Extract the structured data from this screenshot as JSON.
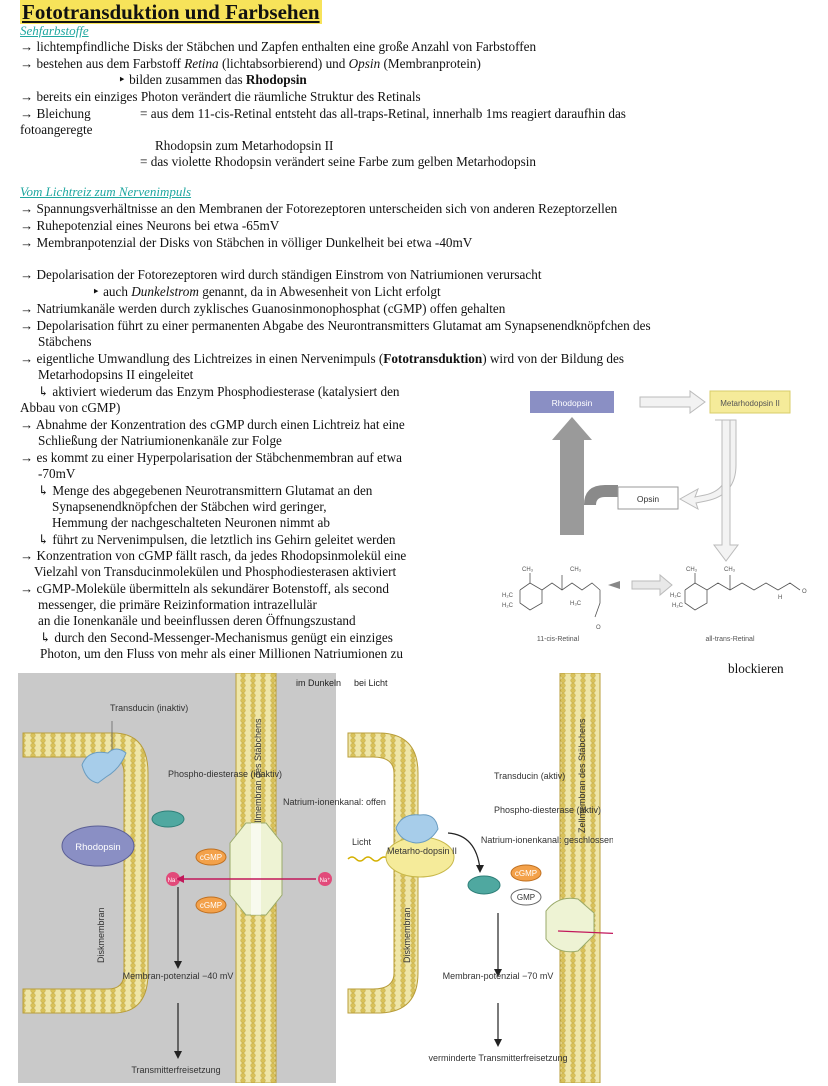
{
  "title": "Fototransduktion und Farbsehen",
  "sec1": {
    "heading": "Sehfarbstoffe",
    "l1": "→ lichtempfindliche Disks der Stäbchen und Zapfen enthalten eine große Anzahl von Farbstoffen",
    "l2a": "→ bestehen aus dem Farbstoff ",
    "l2b": "Retina",
    "l2c": " (lichtabsorbierend) und ",
    "l2d": "Opsin",
    "l2e": " (Membranprotein)",
    "l3a": "‣ bilden zusammen das ",
    "l3b": "Rhodopsin",
    "l4": "→ bereits ein einziges Photon verändert die räumliche Struktur des Retinals",
    "l5a": "→ Bleichung",
    "l5b": "= aus dem 11-cis-Retinal entsteht das all-traps-Retinal, innerhalb 1ms reagiert daraufhin das",
    "l5c": "fotoangeregte",
    "l6": "Rhodopsin zum Metarhodopsin II",
    "l7": "= das violette Rhodopsin verändert seine Farbe zum gelben Metarhodopsin"
  },
  "sec2": {
    "heading": "Vom Lichtreiz zum Nervenimpuls",
    "l1": "→ Spannungsverhältnisse an den Membranen der Fotorezeptoren unterscheiden sich von anderen Rezeptorzellen",
    "l2": "→ Ruhepotenzial eines Neurons bei etwa -65mV",
    "l3": "→ Membranpotenzial der Disks von Stäbchen in völliger Dunkelheit bei etwa -40mV",
    "l4": "→ Depolarisation der Fotorezeptoren wird durch ständigen Einstrom von Natriumionen verursacht",
    "l5a": "‣ auch ",
    "l5b": "Dunkelstrom",
    "l5c": " genannt, da in Abwesenheit von Licht erfolgt",
    "l6": "→ Natriumkanäle werden durch zyklisches Guanosinmonophosphat (cGMP) offen gehalten",
    "l7": "→ Depolarisation führt zu einer permanenten Abgabe des Neurontransmitters Glutamat am Synapsenendknöpfchen des",
    "l8": "Stäbchens",
    "l9a": "→ eigentliche Umwandlung des Lichtreizes in einen Nervenimpuls (",
    "l9b": "Fototransduktion",
    "l9c": ") wird von der Bildung des",
    "l10": "Metarhodopsins II eingeleitet",
    "l11": "↳ aktiviert wiederum das Enzym Phosphodiesterase (katalysiert den",
    "l12": "Abbau von cGMP)",
    "l13": "→ Abnahme der Konzentration des cGMP durch einen Lichtreiz hat eine",
    "l14": "Schließung der Natriumionenkanäle zur Folge",
    "l15": "→ es kommt zu einer Hyperpolarisation der Stäbchenmembran auf etwa",
    "l16": "-70mV",
    "l17": "↳ Menge des abgegebenen Neurotransmittern Glutamat an den",
    "l18": "Synapsenendknöpfchen der Stäbchen wird geringer,",
    "l19": "Hemmung der nachgeschalteten Neuronen nimmt ab",
    "l20": "↳ führt zu Nervenimpulsen, die letztlich ins Gehirn geleitet werden",
    "l21": "→ Konzentration von cGMP fällt rasch, da jedes Rhodopsinmolekül eine",
    "l22": "Vielzahl von Transducinmolekülen und Phosphodiesterasen aktiviert",
    "l23": "→ cGMP-Moleküle übermitteln als sekundärer Botenstoff, als second",
    "l24": "messenger, die primäre Reizinformation intrazellulär",
    "l25": "an die Ionenkanäle und beeinflussen deren Öffnungszustand",
    "l26": "↳ durch den Second-Messenger-Mechanismus genügt ein einziges",
    "l27": "Photon, um den Fluss von mehr als einer Millionen Natriumionen zu",
    "l28": "blockieren"
  },
  "cycle": {
    "rhodopsin": "Rhodopsin",
    "metarhodopsin": "Metarhodopsin II",
    "opsin": "Opsin",
    "cis": "11-cis-Retinal",
    "trans": "all-trans-Retinal"
  },
  "fig": {
    "im_dunkeln": "im Dunkeln",
    "bei_licht": "bei Licht",
    "transducin_inaktiv": "Transducin (inaktiv)",
    "phospho_inaktiv": "Phospho-diesterase (inaktiv)",
    "rhodopsin": "Rhodopsin",
    "natrium_offen": "Natrium-ionenkanal: offen",
    "cgmp": "cGMP",
    "na": "Na⁺",
    "diskmembran": "Diskmembran",
    "zellmembran": "Zellmembran des Stäbchens",
    "membranpot_40": "Membran-potenzial −40 mV",
    "transmitter": "Transmitterfreisetzung",
    "licht": "Licht",
    "metarhodopsin": "Metarho-dopsin II",
    "transducin_aktiv": "Transducin (aktiv)",
    "phospho_aktiv": "Phospho-diesterase (aktiv)",
    "natrium_geschlossen": "Natrium-ionenkanal: geschlossen",
    "gmp": "GMP",
    "membranpot_70": "Membran-potenzial −70 mV",
    "verminderte": "verminderte Transmitterfreisetzung"
  },
  "colors": {
    "title_highlight": "#f7e35a",
    "section_heading": "#1fa7a0",
    "rhodopsin_box": "#8a8fc4",
    "metarhodopsin_box": "#f5eb9a",
    "membrane": "#e6d98a",
    "background_dark": "#c8c8c8"
  }
}
